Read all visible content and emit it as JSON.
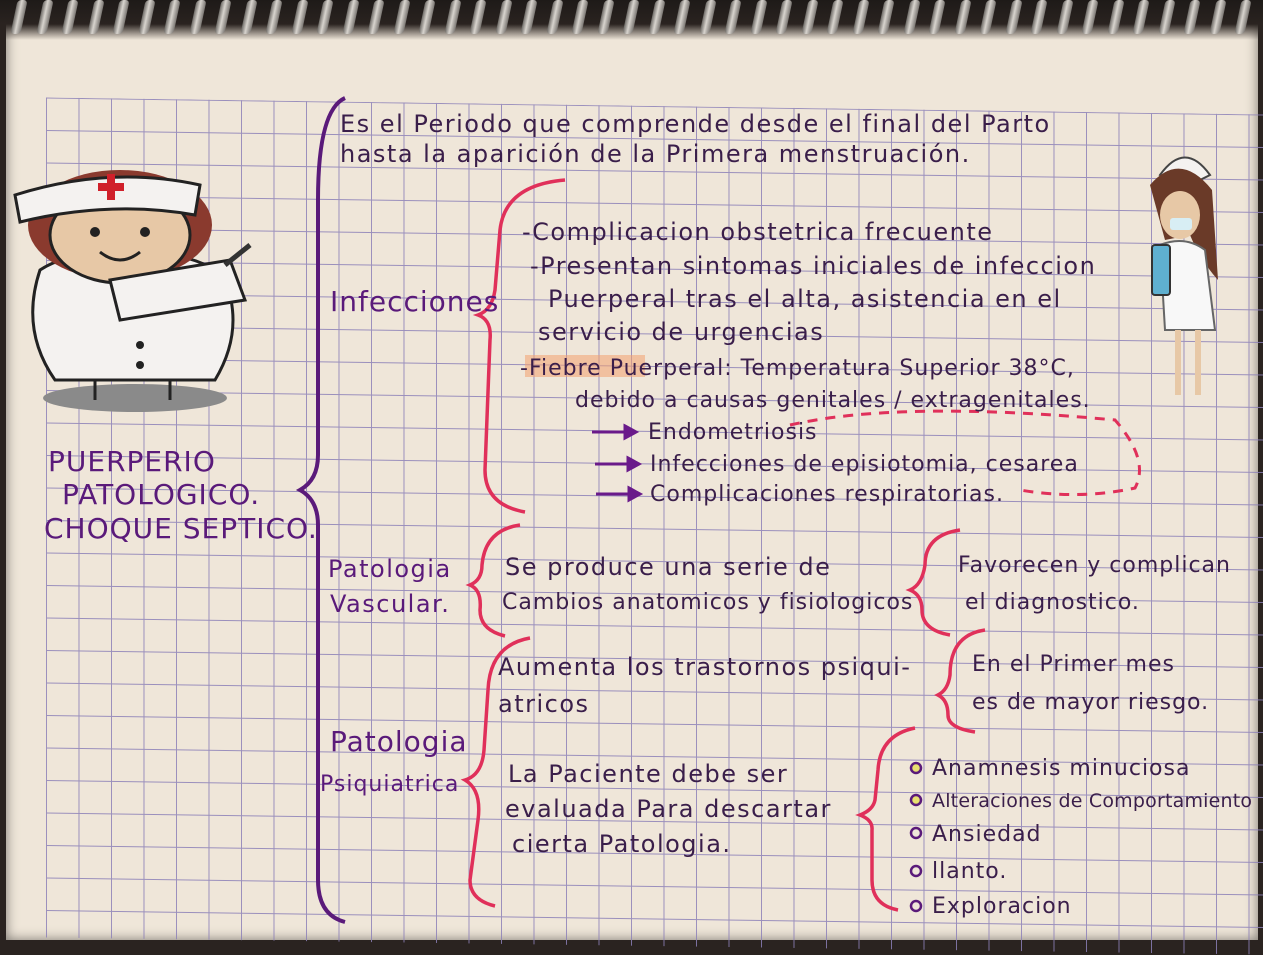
{
  "title": {
    "line1": "PUERPERIO",
    "line2": "PATOLOGICO.",
    "line3": "CHOQUE SEPTICO."
  },
  "definition": {
    "line1": "Es el Periodo que comprende desde el final del Parto",
    "line2": "hasta la aparición de la Primera menstruación."
  },
  "infecciones": {
    "label": "Infecciones",
    "items": [
      "-Complicacion obstetrica frecuente",
      "-Presentan sintomas iniciales de infeccion",
      "Puerperal tras el alta, asistencia en el",
      "servicio de urgencias",
      "-Fiebre Puerperal: Temperatura Superior 38°C,",
      "debido a causas genitales / extragenitales."
    ],
    "causes": [
      "Endometriosis",
      "Infecciones de episiotomia, cesarea",
      "Complicaciones respiratorias."
    ]
  },
  "vascular": {
    "label1": "Patologia",
    "label2": "Vascular.",
    "desc1": "Se produce una serie de",
    "desc2": "Cambios anatomicos y fisiologicos",
    "note1": "Favorecen y complican",
    "note2": "el diagnostico."
  },
  "psiquiatrica": {
    "label1": "Patologia",
    "label2": "Psiquiatrica",
    "desc1a": "Aumenta los trastornos psiqui-",
    "desc1b": "atricos",
    "note1": "En el Primer mes",
    "note2": "es de mayor riesgo.",
    "desc2": [
      "La Paciente debe ser",
      "evaluada Para descartar",
      "cierta Patologia."
    ],
    "list": [
      "Anamnesis minuciosa",
      "Alteraciones de Comportamiento",
      "Ansiedad",
      "llanto.",
      "Exploracion"
    ]
  },
  "colors": {
    "ink": "#5a1a7a",
    "red": "#e0305a",
    "grid": "#8c80b8",
    "paper": "#efe6d9"
  }
}
